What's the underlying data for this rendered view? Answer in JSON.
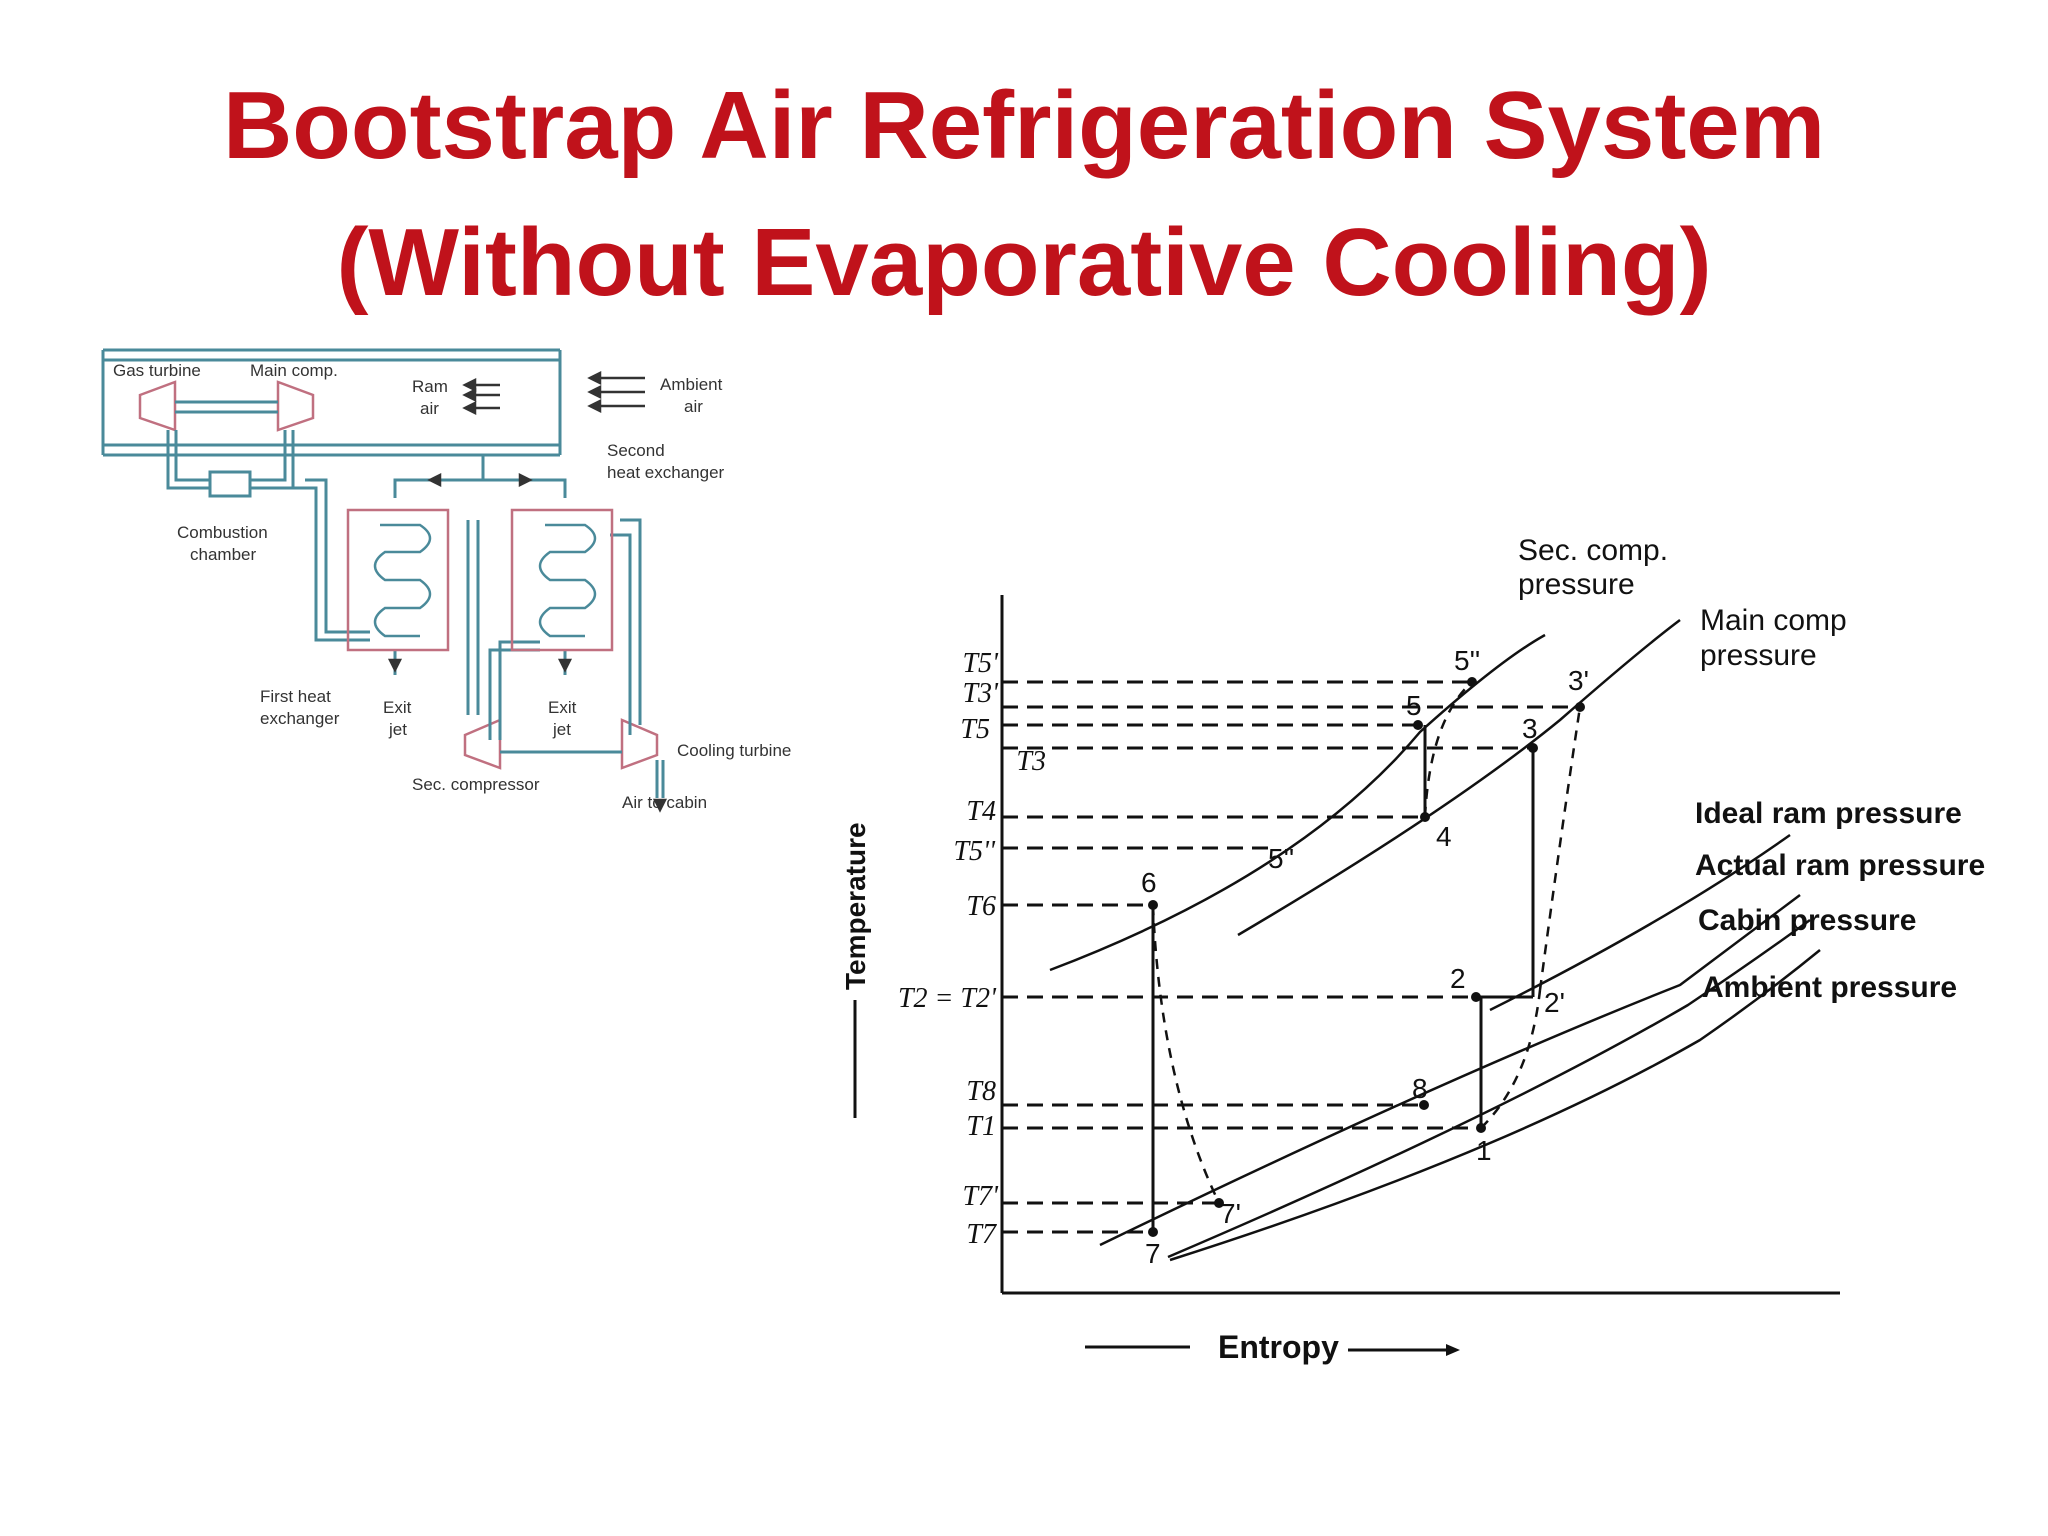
{
  "title": {
    "line1": "Bootstrap Air Refrigeration System",
    "line2": "(Without Evaporative Cooling)"
  },
  "schematic": {
    "gas_turbine": "Gas turbine",
    "main_comp": "Main comp.",
    "ram_air_1": "Ram",
    "ram_air_2": "air",
    "ambient_air_1": "Ambient",
    "ambient_air_2": "air",
    "second_hx_1": "Second",
    "second_hx_2": "heat exchanger",
    "combustion_1": "Combustion",
    "combustion_2": "chamber",
    "first_hx_1": "First heat",
    "first_hx_2": "exchanger",
    "exit_jet_1a": "Exit",
    "exit_jet_1b": "jet",
    "exit_jet_2a": "Exit",
    "exit_jet_2b": "jet",
    "cooling_turbine": "Cooling turbine",
    "sec_compressor": "Sec. compressor",
    "air_to_cabin": "Air to cabin"
  },
  "ts": {
    "xlabel": "Entropy",
    "ylabel": "Temperature",
    "curves": {
      "sec_comp_1": "Sec. comp.",
      "sec_comp_2": "pressure",
      "main_comp_1": "Main comp",
      "main_comp_2": "pressure",
      "ideal_ram": "Ideal ram pressure",
      "actual_ram": "Actual ram pressure",
      "cabin": "Cabin pressure",
      "ambient": "Ambient pressure"
    },
    "temps": {
      "T5p": "T5'",
      "T3p": "T3'",
      "T5": "T5",
      "T3": "T3",
      "T4": "T4",
      "T5pp": "T5''",
      "T6": "T6",
      "T2": "T2 = T2'",
      "T8": "T8",
      "T1": "T1",
      "T7p": "T7'",
      "T7": "T7"
    },
    "points": {
      "p1": "1",
      "p2": "2",
      "p2p": "2'",
      "p3": "3",
      "p3p": "3'",
      "p4": "4",
      "p5": "5",
      "p5pp_top": "5''",
      "p5pp_low": "5''",
      "p6": "6",
      "p7": "7",
      "p7p": "7'",
      "p8": "8"
    }
  }
}
